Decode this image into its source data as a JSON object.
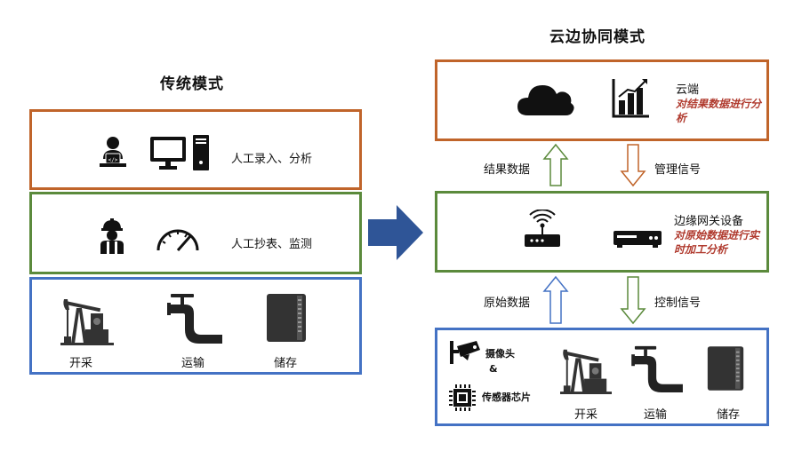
{
  "left": {
    "title": "传统模式",
    "row1_text": "人工录入、分析",
    "row2_text": "人工抄表、监测",
    "row3_labels": [
      "开采",
      "运输",
      "储存"
    ]
  },
  "right": {
    "title": "云边协同模式",
    "cloud_title": "云端",
    "cloud_desc": "对结果数据进行分析",
    "edge_title": "边缘网关设备",
    "edge_desc": "对原始数据进行实时加工分析",
    "up_arrow_top_label": "结果数据",
    "down_arrow_top_label": "管理信号",
    "up_arrow_bottom_label": "原始数据",
    "down_arrow_bottom_label": "控制信号",
    "device_camera": "摄像头",
    "device_amp": "&",
    "device_sensor": "传感器芯片",
    "row3_labels": [
      "开采",
      "运输",
      "储存"
    ]
  },
  "colors": {
    "orange": "#c0642a",
    "green": "#5b8a3c",
    "blue": "#4472c4",
    "arrow_blue": "#2f5597",
    "desc_red": "#b03a2e"
  },
  "icons": [
    "worker-computer-icon",
    "monitor-icon",
    "tower-pc-icon",
    "helmet-worker-icon",
    "gauge-icon",
    "pumpjack-icon",
    "pipe-valve-icon",
    "tank-icon",
    "cloud-icon",
    "bar-chart-icon",
    "router-icon",
    "gateway-box-icon",
    "camera-icon",
    "chip-icon"
  ]
}
